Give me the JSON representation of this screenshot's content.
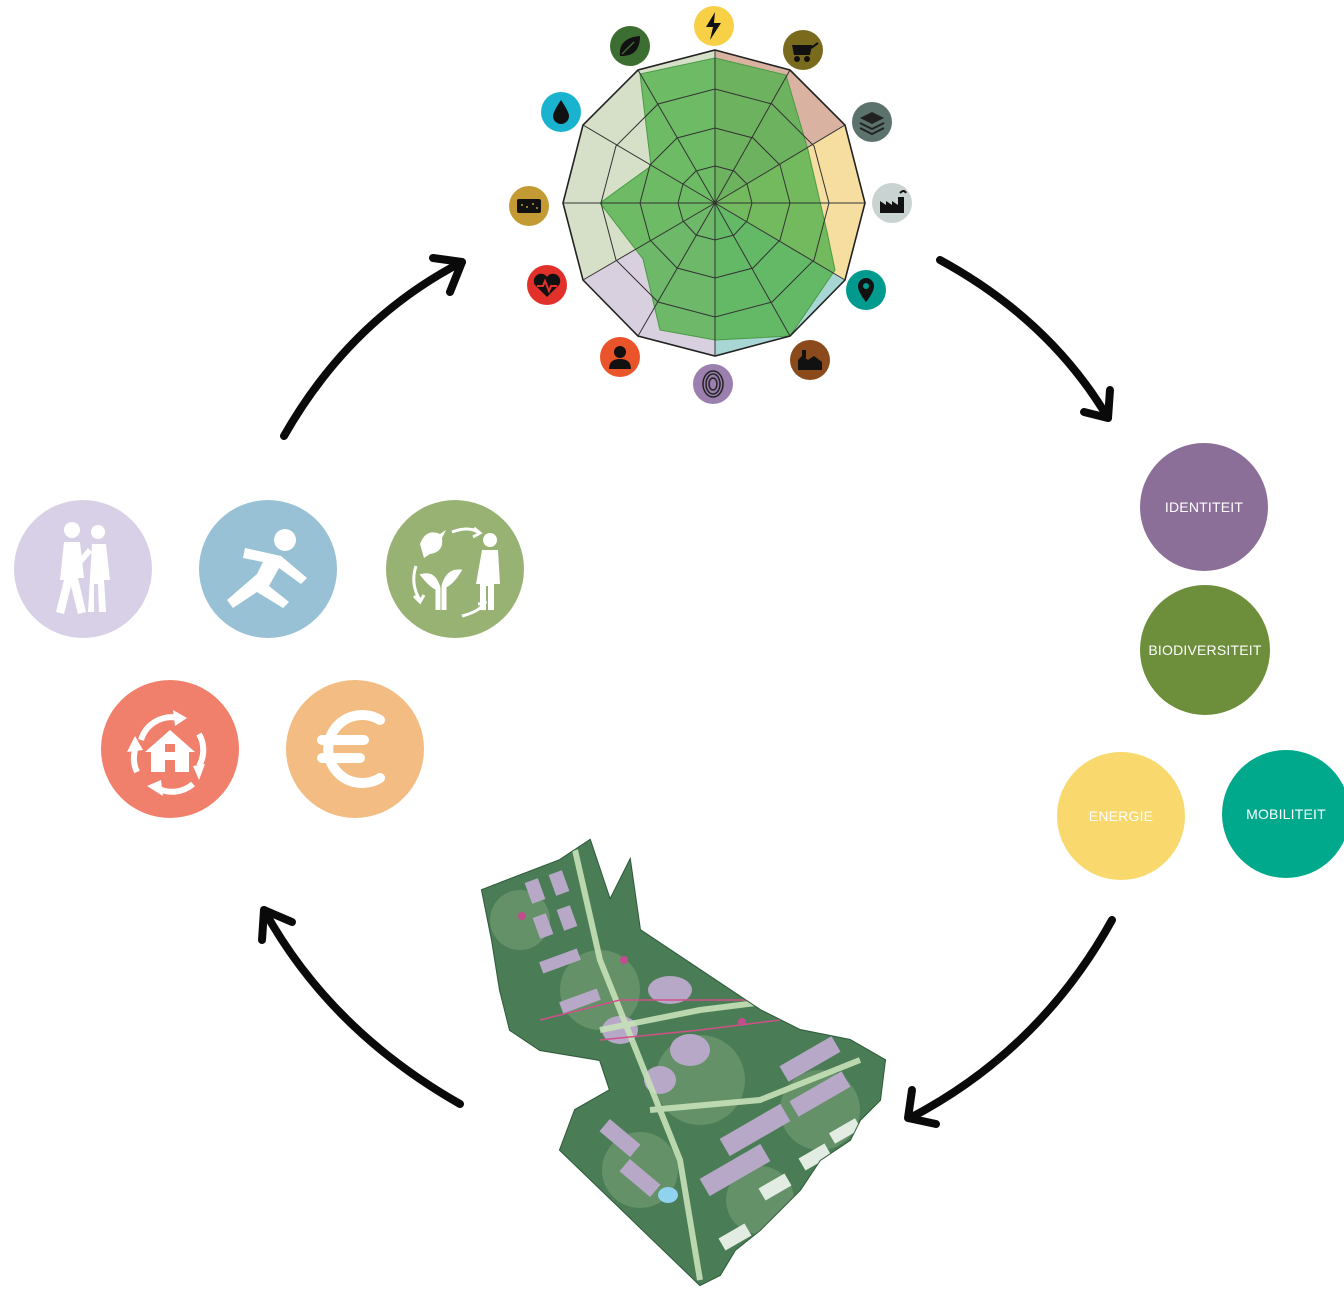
{
  "themes": [
    {
      "label": "IDENTITEIT",
      "color": "#8b6f99"
    },
    {
      "label": "BIODIVERSITEIT",
      "color": "#6d8e3b"
    },
    {
      "label": "ENERGIE",
      "color": "#f9d86e"
    },
    {
      "label": "MOBILITEIT",
      "color": "#00a98c"
    }
  ],
  "radar_icons": [
    {
      "name": "energy-icon",
      "color": "#f7d046"
    },
    {
      "name": "materials-cart-icon",
      "color": "#7a6a1e"
    },
    {
      "name": "soil-layers-icon",
      "color": "#5c726c"
    },
    {
      "name": "industry-icon",
      "color": "#c9d3d1"
    },
    {
      "name": "location-pin-icon",
      "color": "#009a8e"
    },
    {
      "name": "agriculture-icon",
      "color": "#8a4a1c"
    },
    {
      "name": "fingerprint-icon",
      "color": "#9b7fae"
    },
    {
      "name": "person-icon",
      "color": "#e9542a"
    },
    {
      "name": "heart-health-icon",
      "color": "#e2312a"
    },
    {
      "name": "ground-layer-icon",
      "color": "#c39a33"
    },
    {
      "name": "water-drop-icon",
      "color": "#19b2cf"
    },
    {
      "name": "leaf-icon",
      "color": "#3d6e31"
    }
  ],
  "goal_icons": [
    {
      "name": "accessibility-icon",
      "color": "#d8d0e6"
    },
    {
      "name": "active-lifestyle-icon",
      "color": "#98c1d6"
    },
    {
      "name": "nature-human-cycle-icon",
      "color": "#98b273"
    },
    {
      "name": "housing-circularity-icon",
      "color": "#f0806c"
    },
    {
      "name": "euro-icon",
      "color": "#f3bc82"
    }
  ]
}
